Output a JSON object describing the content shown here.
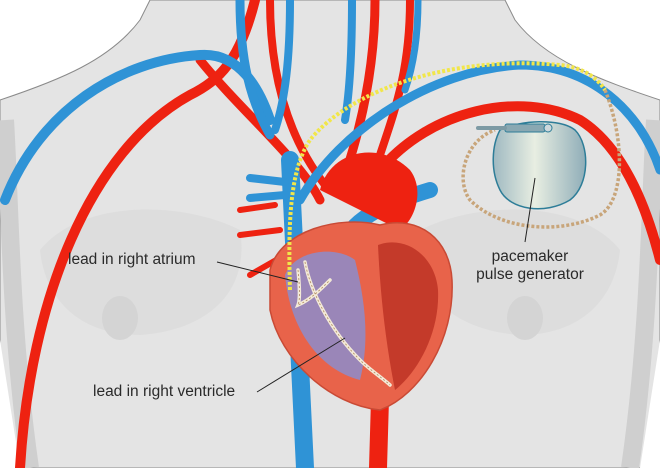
{
  "diagram": {
    "subject": "Pacemaker implanted in chest",
    "colors": {
      "body_fill": "#e4e4e4",
      "body_outline": "#8a8a8a",
      "artery_red": "#ee2211",
      "vein_blue": "#2f93d6",
      "heart_wall": "#e8634a",
      "chamber_purple": "#9a86b8",
      "lead_yellow": "#f1e64a",
      "lead_cream": "#f3ead8",
      "lead_wire_tan": "#c8a57a",
      "generator_body": "#b7cdd4",
      "generator_outline": "#2d7d98",
      "label_text": "#2a2a2a"
    },
    "labels": {
      "lead_right_atrium": "lead in right atrium",
      "pacemaker_line1": "pacemaker",
      "pacemaker_line2": "pulse generator",
      "lead_right_ventricle": "lead in right ventricle"
    }
  }
}
